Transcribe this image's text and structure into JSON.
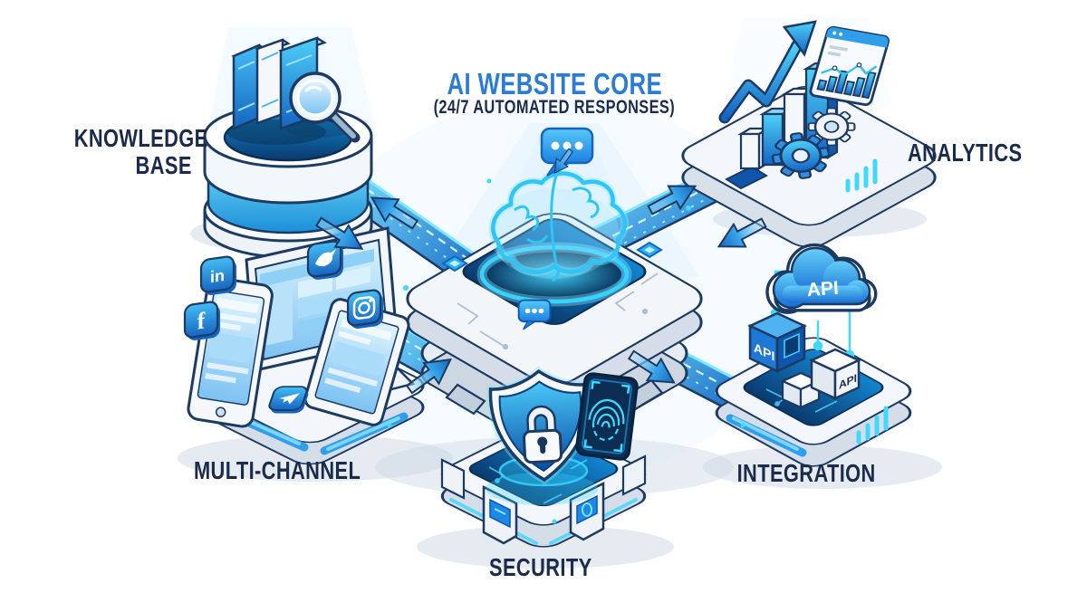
{
  "title": {
    "text": "AI WEBSITE CORE",
    "subtitle": "(24/7 AUTOMATED RESPONSES)"
  },
  "hub": {
    "name": "AI Website Core",
    "icons": [
      "chip-platform-icon",
      "brain-hologram-icon",
      "chat-bubble-icon",
      "circuit-traces"
    ]
  },
  "nodes": {
    "knowledge_base": {
      "label_line1": "KNOWLEDGE",
      "label_line2": "BASE",
      "icons": [
        "database-cylinder-icon",
        "books-icon",
        "magnifying-glass-icon"
      ]
    },
    "analytics": {
      "label": "ANALYTICS",
      "icons": [
        "bar-chart-3d-icon",
        "growth-arrow-icon",
        "gear-icon",
        "dashboard-window-icon"
      ]
    },
    "multi_channel": {
      "label": "MULTI-CHANNEL",
      "facebook_glyph": "f",
      "linkedin_glyph": "in",
      "icons": [
        "desktop-monitor-icon",
        "smartphone-icon",
        "tablet-icon",
        "facebook-icon",
        "linkedin-icon",
        "twitter-icon",
        "instagram-icon",
        "telegram-icon"
      ]
    },
    "integration": {
      "label": "INTEGRATION",
      "api_cloud_label": "API",
      "api_cube_blue_label": "API",
      "api_cube_white_label": "API",
      "icons": [
        "api-cloud-icon",
        "api-cube-icon",
        "connector-lines"
      ]
    },
    "security": {
      "label": "SECURITY",
      "icons": [
        "shield-lock-icon",
        "fingerprint-scanner-icon"
      ]
    }
  },
  "colors": {
    "title_blue": "#2b7cd3",
    "label_navy": "#1b2b4c",
    "outline_navy": "#1d3a63",
    "ribbon_cyan": "#7ce2ff",
    "ribbon_blue": "#1160bf",
    "glow_cyan": "#3fd9ff",
    "platform_white": "#f3f6fa",
    "background": "#ffffff"
  }
}
